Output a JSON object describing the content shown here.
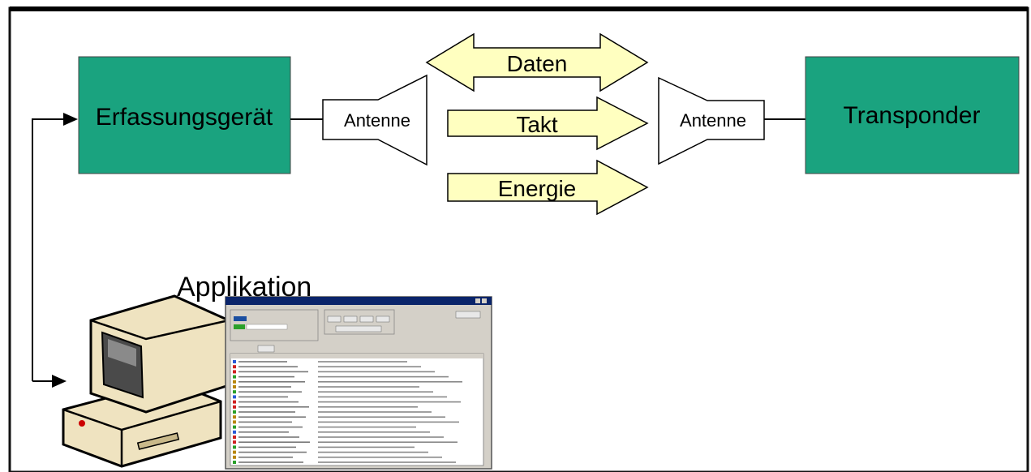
{
  "diagram": {
    "reader_label": "Erfassungsgerät",
    "transponder_label": "Transponder",
    "antenna_left_label": "Antenne",
    "antenna_right_label": "Antenne",
    "arrow_data_label": "Daten",
    "arrow_clock_label": "Takt",
    "arrow_energy_label": "Energie",
    "application_label": "Applikation"
  },
  "colors": {
    "box_fill": "#1aa37f",
    "arrow_fill": "#ffffc0",
    "frame": "#111111"
  },
  "icons": [
    "computer-icon",
    "application-window-screenshot"
  ]
}
